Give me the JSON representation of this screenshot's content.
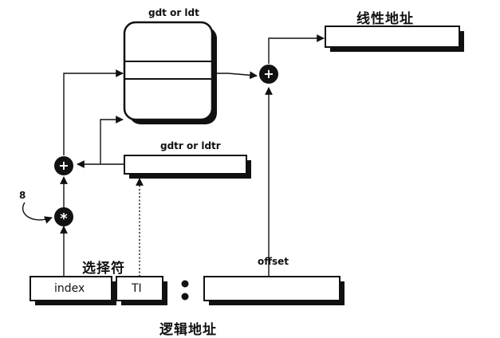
{
  "labels": {
    "gdt_or_ldt": "gdt or ldt",
    "linear_address": "线性地址",
    "gdtr_or_ldtr": "gdtr or ldtr",
    "eight": "8",
    "selector": "选择符",
    "offset": "offset",
    "logical_address": "逻辑地址",
    "index": "index",
    "ti": "TI"
  },
  "operators": {
    "plus": "+",
    "multiply": "*"
  }
}
